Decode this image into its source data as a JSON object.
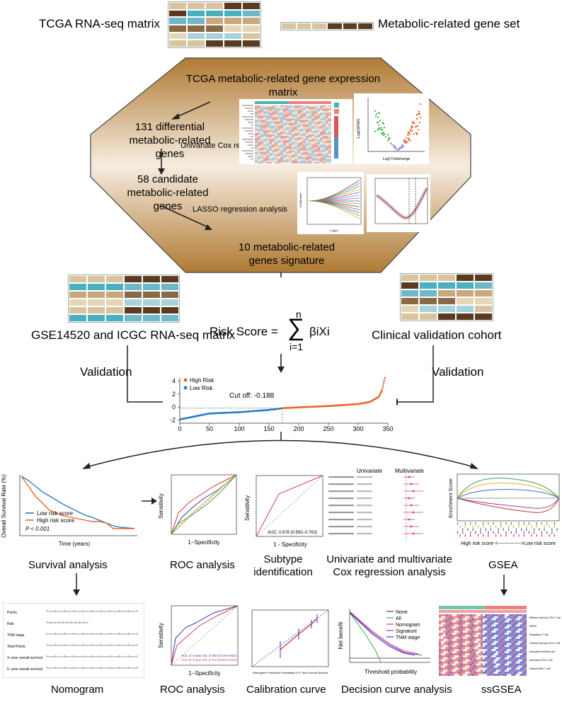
{
  "top": {
    "tcga_matrix_label": "TCGA RNA-seq matrix",
    "metabolic_gene_set_label": "Metabolic-related gene set"
  },
  "hexagon": {
    "title": "TCGA metabolic-related gene expression matrix",
    "step1": "131 differential metabolic-related genes",
    "step1_method": "Univariate Cox regression analysis",
    "step2": "58 candidate metabolic-related genes",
    "step2_method": "LASSO regression analysis",
    "step3": "10 metabolic-related genes signature",
    "volcano": {
      "ylabel": "-Log10(FDR)",
      "xlabel": "Log2 Foldchange"
    },
    "lasso": {
      "xlabel": "Log(λ)",
      "ylabel": "Coefficients"
    }
  },
  "middle": {
    "left_matrix_label": "GSE14520 and ICGC RNA-seq matrix",
    "right_matrix_label": "Clinical validation cohort",
    "risk_score": "Risk Score =",
    "sum_top": "n",
    "sum_bottom": "i=1",
    "sum_term": "βiXi",
    "validation_left": "Validation",
    "validation_right": "Validation"
  },
  "risk_plot": {
    "legend_high": "High Risk",
    "legend_low": "Low Risk",
    "cutoff_label": "Cut off: -0.188",
    "colors": {
      "high": "#e8662a",
      "low": "#2a7dc7"
    }
  },
  "chart_data": {
    "type": "scatter",
    "x": [
      1,
      50,
      100,
      150,
      172,
      173,
      200,
      250,
      300,
      320,
      335,
      340,
      345
    ],
    "series": [
      {
        "name": "Low Risk",
        "values": [
          -1.9,
          -1.0,
          -0.8,
          -0.45,
          -0.2
        ]
      },
      {
        "name": "High Risk",
        "values": [
          -0.18,
          -0.05,
          0.15,
          0.45,
          0.8,
          1.6,
          2.6,
          4.5
        ]
      }
    ],
    "xlim": [
      0,
      350
    ],
    "ylim": [
      -2.5,
      4.5
    ],
    "x_ticks": [
      "0",
      "50",
      "100",
      "150",
      "200",
      "250",
      "300",
      "350"
    ],
    "y_ticks": [
      "-2",
      "0",
      "2",
      "4"
    ]
  },
  "row1": {
    "survival_title": "Survival analysis",
    "survival_ylabel": "Overall Survival Rate (%)",
    "survival_xlabel": "Time (years)",
    "survival_low": "Low risk score",
    "survival_high": "High risk score",
    "survival_p": "P < 0.001",
    "roc_title": "ROC analysis",
    "roc_ylabel": "Sensitivity",
    "roc_xlabel": "1−Specificity",
    "subtype_title": "Subtype identification",
    "subtype_ylabel": "Sensitivity",
    "subtype_xlabel": "1 - Specificity",
    "subtype_auc": "AUC: 0.678 (0.592–0.763)",
    "cox_title": "Univariate and multivariate Cox regression analysis",
    "cox_univariate": "Univariate",
    "cox_multivariate": "Multivariate",
    "gsea_title": "GSEA",
    "gsea_ylabel": "Enrichment Score",
    "gsea_axis": "High risk score <-------------->Low risk score"
  },
  "row2": {
    "nomogram_title": "Nomogram",
    "roc2_title": "ROC analysis",
    "roc2_ylabel": "Sensitivity",
    "roc2_xlabel": "1−Specificity",
    "roc2_auc3": "AUC of 3-year OS: 0.780 (0.676-0.824)",
    "roc2_auc5": "AUC of 5-year OS: 0.722 (0.626-0.818)",
    "calibration_title": "Calibration curve",
    "calibration_xlabel": "Nomogram−Predicted Probability of 3−Year Overall Survival",
    "dca_title": "Decision curve analysis",
    "dca_ylabel": "Net benefit",
    "dca_xlabel": "Threshold probability",
    "dca_legend": [
      "None",
      "All",
      "Nomogram",
      "Signature",
      "TNM stage"
    ],
    "ssgsea_title": "ssGSEA",
    "nomogram_rows": [
      "Points",
      "Risk",
      "TNM stage",
      "Total Points",
      "3−year overall survival",
      "5−year overall survival"
    ],
    "ssgsea_rows": [
      "Effector memory CD4 T cell",
      "MDSC",
      "Regulatory T cell",
      "Central memory CD4 T cell",
      "Activated dendritic cell",
      "Activated CD4 T cell",
      "Natural killer T cell"
    ]
  }
}
